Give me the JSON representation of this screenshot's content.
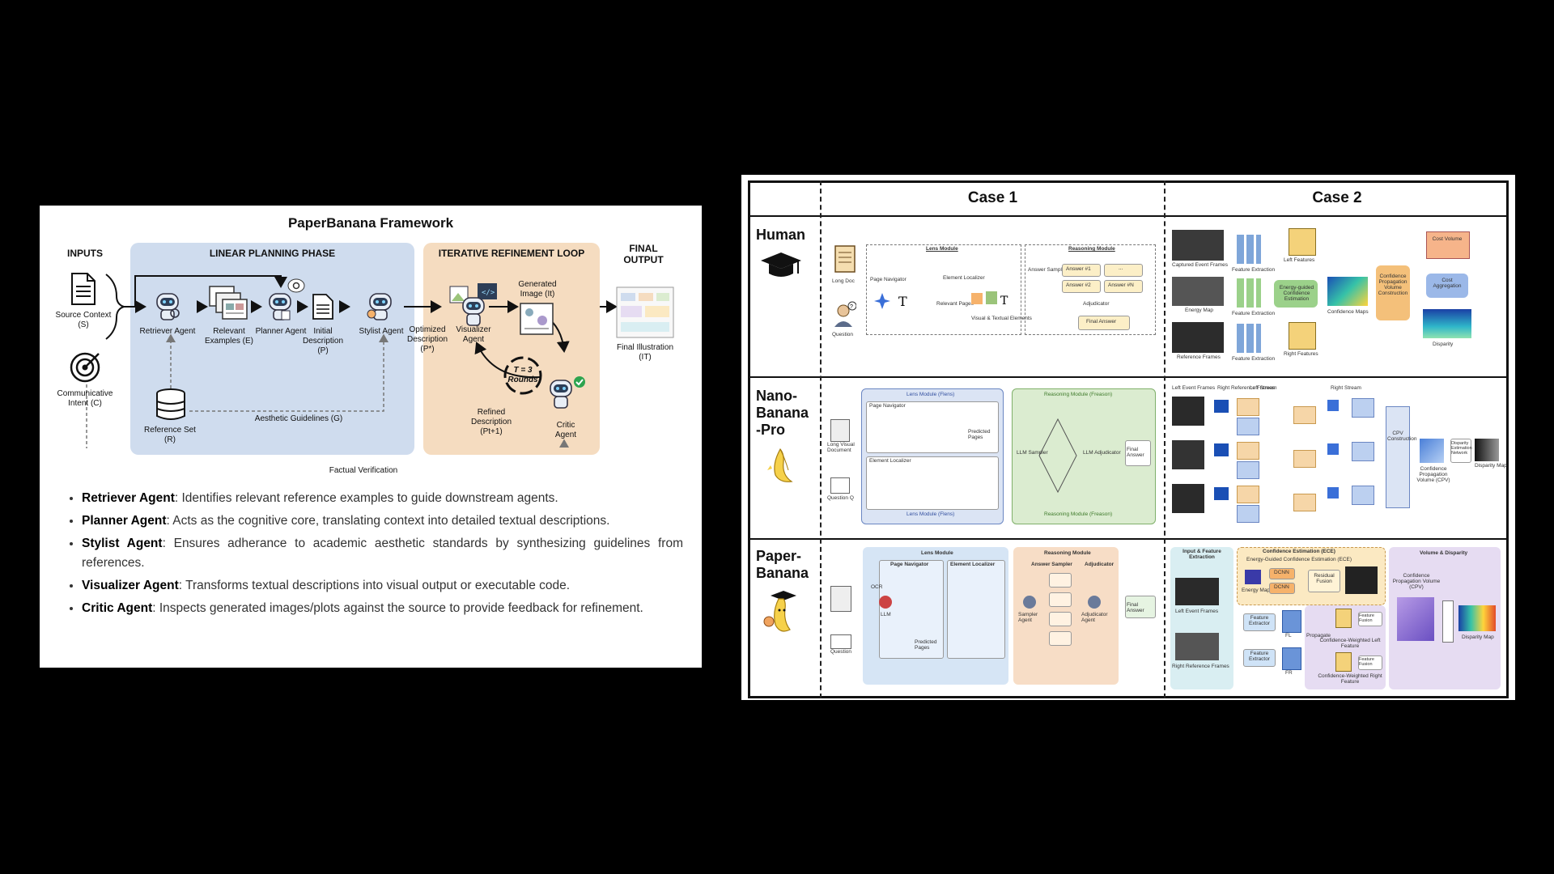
{
  "left": {
    "title": "PaperBanana Framework",
    "inputs_header": "INPUTS",
    "source_context": "Source Context (S)",
    "communicative_intent": "Communicative Intent (C)",
    "linear_phase": "LINEAR PLANNING PHASE",
    "loop_phase": "ITERATIVE REFINEMENT LOOP",
    "final_output_header": "FINAL OUTPUT",
    "retriever": "Retriever Agent",
    "relevant_examples": "Relevant Examples (E)",
    "planner": "Planner Agent",
    "initial_description": "Initial Description (P)",
    "stylist": "Stylist Agent",
    "optimized_description": "Optimized Description (P*)",
    "visualizer": "Visualizer Agent",
    "generated_image": "Generated Image (It)",
    "rounds": "T = 3 Rounds",
    "refined_description": "Refined Description (Pt+1)",
    "critic": "Critic Agent",
    "reference_set": "Reference Set (R)",
    "aesthetic_guidelines": "Aesthetic Guidelines (G)",
    "factual_verification": "Factual Verification",
    "final_illustration": "Final Illustration (IT)",
    "bullets": [
      {
        "name": "Retriever Agent",
        "text": ": Identifies relevant reference examples to guide downstream agents."
      },
      {
        "name": "Planner Agent",
        "text": ": Acts as the cognitive core, translating context into detailed textual descriptions."
      },
      {
        "name": "Stylist Agent",
        "text": ": Ensures adherance to academic aesthetic standards by synthesizing guidelines from references."
      },
      {
        "name": "Visualizer Agent",
        "text": ": Transforms textual descriptions into visual output or executable code."
      },
      {
        "name": "Critic Agent",
        "text": ": Inspects generated images/plots against the source to provide feedback for refinement."
      }
    ]
  },
  "right": {
    "case1": "Case 1",
    "case2": "Case 2",
    "row_human": "Human",
    "row_nano": [
      "Nano-",
      "Banana",
      "-Pro"
    ],
    "row_paper": [
      "Paper-",
      "Banana"
    ],
    "human_c1": {
      "lens": "Lens Module",
      "reasoning": "Reasoning Module",
      "long_doc": "Long Doc",
      "question": "Question",
      "page_nav": "Page Navigator",
      "relevant_pages": "Relevant Pages",
      "element_localizer": "Element Localizer",
      "visual_textual": "Visual & Textual Elements",
      "answer_sampler": "Answer Sampler",
      "answer1": "Answer #1",
      "answer2": "Answer #2",
      "answerN": "Answer #N",
      "dots": "...",
      "adjudicator": "Adjudicator",
      "final_answer": "Final Answer"
    },
    "human_c2": {
      "captured": "Captured Event Frames",
      "energy": "Energy Map",
      "reference": "Reference Frames",
      "feature_extraction": "Feature Extraction",
      "left_features": "Left Features",
      "right_features": "Right Features",
      "energy_guided": "Energy-guided Confidence Estimation",
      "confidence_maps": "Confidence Maps",
      "cpv": "Confidence Propagation Volume Construction",
      "cost_volume": "Cost Volume",
      "cost_aggregation": "Cost Aggregation",
      "disparity": "Disparity"
    },
    "nano_c1": {
      "lens": "Lens Module (Flens)",
      "reasoning": "Reasoning Module (Freason)",
      "page_nav": "Page Navigator",
      "element_localizer": "Element Localizer",
      "long_visual": "Long Visual Document",
      "question": "Question Q",
      "llm_sampler": "LLM Sampler",
      "llm_adjudicator": "LLM Adjudicator",
      "final_answer": "Final Answer",
      "predicted_pages": "Predicted Pages"
    },
    "nano_c2": {
      "left_event": "Left Event Frames",
      "right_ref": "Right Reference Frames",
      "left_stream": "Left Stream",
      "right_stream": "Right Stream",
      "cpv": "CPV Construction",
      "disparity_est": "Disparity Estimation Network",
      "disparity_map": "Disparity Map",
      "cpv_volume": "Confidence Propagation Volume (CPV)"
    },
    "paper_c1": {
      "lens": "Lens Module",
      "reasoning": "Reasoning Module",
      "page_nav": "Page Navigator",
      "element_localizer": "Element Localizer",
      "answer_sampler": "Answer Sampler",
      "adjudicator": "Adjudicator",
      "final_answer": "Final Answer",
      "question": "Question",
      "predicted_pages": "Predicted Pages",
      "sampler_agent": "Sampler Agent",
      "adjudicator_agent": "Adjudicator Agent",
      "ocr": "OCR",
      "llm": "LLM"
    },
    "paper_c2": {
      "input": "Input & Feature Extraction",
      "ece": "Confidence Estimation (ECE)",
      "ece_sub": "Energy-Guided Confidence Estimation (ECE)",
      "vol": "Volume & Disparity",
      "left_event": "Left Event Frames",
      "right_ref": "Right Reference Frames",
      "feature_extractor": "Feature Extractor",
      "fl": "FL",
      "fr": "FR",
      "propagate": "Propagate",
      "cpv": "Confidence Propagation Volume (CPV)",
      "disparity_map": "Disparity Map",
      "left_weighted": "Confidence-Weighted Left Feature",
      "right_weighted": "Confidence-Weighted Right Feature",
      "feature_fusion": "Feature Fusion",
      "energy_map": "Energy Map",
      "dcnn": "DCNN",
      "residual": "Residual Fusion"
    }
  },
  "colors": {
    "linear_bg": "#cfdcee",
    "loop_bg": "#f5dcc0",
    "human_lens": "#ffffff",
    "nano_lens": "#dbe4f4",
    "nano_reason": "#dbecd0",
    "paper_lens": "#d6e5f5",
    "paper_reason": "#f7ddc6",
    "paper_input": "#d9eef2",
    "paper_ece": "#fbe9c2",
    "paper_vol": "#e6dcf2",
    "cube": "#f4d27a"
  }
}
